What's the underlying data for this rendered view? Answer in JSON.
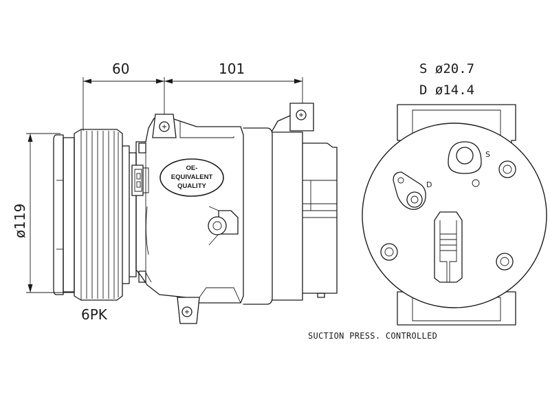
{
  "dimensions": {
    "pulley_width": "60",
    "body_length": "101",
    "pulley_diameter": "ø119",
    "belt_type": "6PK"
  },
  "ports": {
    "suction": "S  ø20.7",
    "discharge": "D  ø14.4",
    "suction_marker": "S",
    "discharge_marker": "D"
  },
  "badge": {
    "line1": "OE-",
    "line2": "EQUIVALENT",
    "line3": "QUALITY"
  },
  "note": "SUCTION PRESS. CONTROLLED"
}
